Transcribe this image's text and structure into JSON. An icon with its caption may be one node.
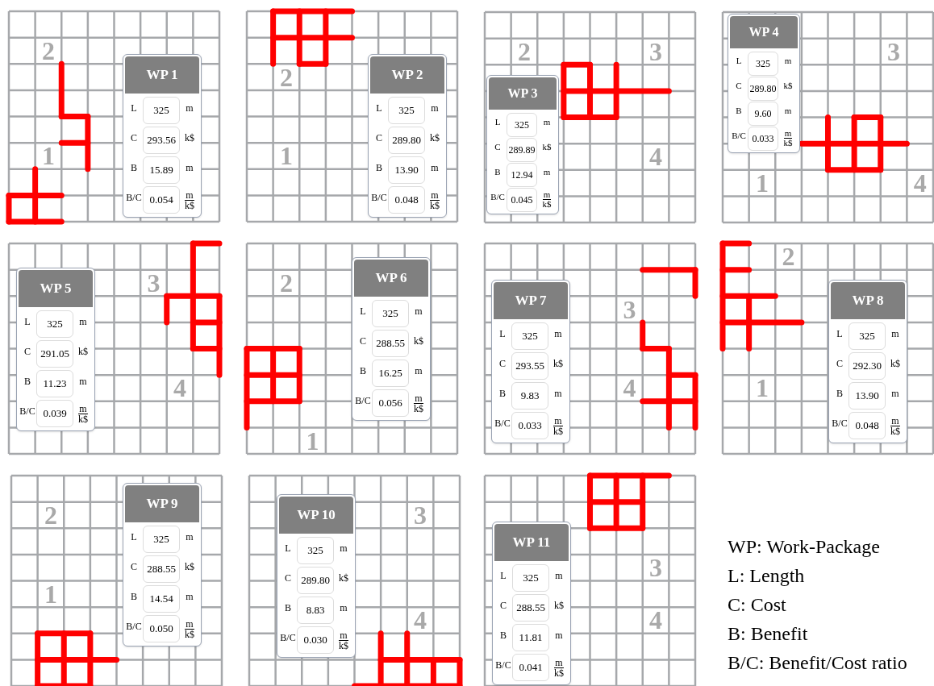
{
  "diagram": {
    "nodes": [
      {
        "text": [
          "2",
          "1"
        ]
      },
      {
        "text": [
          "WP 1",
          "L",
          "325",
          "m",
          "C",
          "293.56",
          "k$",
          "B",
          "15.89",
          "m",
          "B/C",
          "0.054",
          "m",
          "k$"
        ],
        "in": 0
      },
      {
        "text": [
          "2",
          "1"
        ]
      },
      {
        "text": [
          "WP 2",
          "L",
          "325",
          "m",
          "C",
          "289.80",
          "k$",
          "B",
          "13.90",
          "m",
          "B/C",
          "0.048",
          "m",
          "k$"
        ],
        "in": 2
      },
      {
        "text": [
          "2",
          "3",
          "4"
        ]
      },
      {
        "text": [
          "WP 3",
          "L",
          "325",
          "m",
          "C",
          "289.89",
          "k$",
          "B",
          "12.94",
          "m",
          "B/C",
          "0.045",
          "m",
          "k$"
        ],
        "in": 4
      },
      {
        "text": [
          "3",
          "1",
          "4"
        ]
      },
      {
        "text": [
          "WP 4",
          "L",
          "325",
          "m",
          "C",
          "289.80",
          "k$",
          "B",
          "9.60",
          "m",
          "B/C",
          "0.033",
          "m",
          "k$"
        ],
        "in": 6
      },
      {
        "text": [
          "3",
          "4"
        ]
      },
      {
        "text": [
          "WP 5",
          "L",
          "325",
          "m",
          "C",
          "291.05",
          "k$",
          "B",
          "11.23",
          "m",
          "B/C",
          "0.039",
          "m",
          "k$"
        ],
        "in": 8
      },
      {
        "text": [
          "2",
          "1"
        ]
      },
      {
        "text": [
          "WP 6",
          "L",
          "325",
          "m",
          "C",
          "288.55",
          "k$",
          "B",
          "16.25",
          "m",
          "B/C",
          "0.056",
          "m",
          "k$"
        ],
        "in": 10
      },
      {
        "text": [
          "3",
          "4"
        ]
      },
      {
        "text": [
          "WP 7",
          "L",
          "325",
          "m",
          "C",
          "293.55",
          "k$",
          "B",
          "9.83",
          "m",
          "B/C",
          "0.033",
          "m",
          "k$"
        ],
        "in": 12
      },
      {
        "text": [
          "2",
          "1"
        ]
      },
      {
        "text": [
          "WP 8",
          "L",
          "325",
          "m",
          "C",
          "292.30",
          "k$",
          "B",
          "13.90",
          "m",
          "B/C",
          "0.048",
          "m",
          "k$"
        ],
        "in": 14
      },
      {
        "text": [
          "2",
          "1"
        ]
      },
      {
        "text": [
          "WP 9",
          "L",
          "325",
          "m",
          "C",
          "288.55",
          "k$",
          "B",
          "14.54",
          "m",
          "B/C",
          "0.050",
          "m",
          "k$"
        ],
        "in": 16
      },
      {
        "text": [
          "3",
          "4"
        ]
      },
      {
        "text": [
          "WP 10",
          "L",
          "325",
          "m",
          "C",
          "289.80",
          "k$",
          "B",
          "8.83",
          "m",
          "B/C",
          "0.030",
          "m",
          "k$"
        ],
        "in": 18
      },
      {
        "text": [
          "3",
          "4"
        ]
      },
      {
        "text": [
          "WP 11",
          "L",
          "325",
          "m",
          "C",
          "288.55",
          "k$",
          "B",
          "11.81",
          "m",
          "B/C",
          "0.041",
          "m",
          "k$"
        ],
        "in": 20
      }
    ],
    "labels": [
      "WP: Work-Package",
      "L: Length",
      "C: Cost",
      "B: Benefit",
      "B/C: Benefit/Cost ratio"
    ]
  }
}
